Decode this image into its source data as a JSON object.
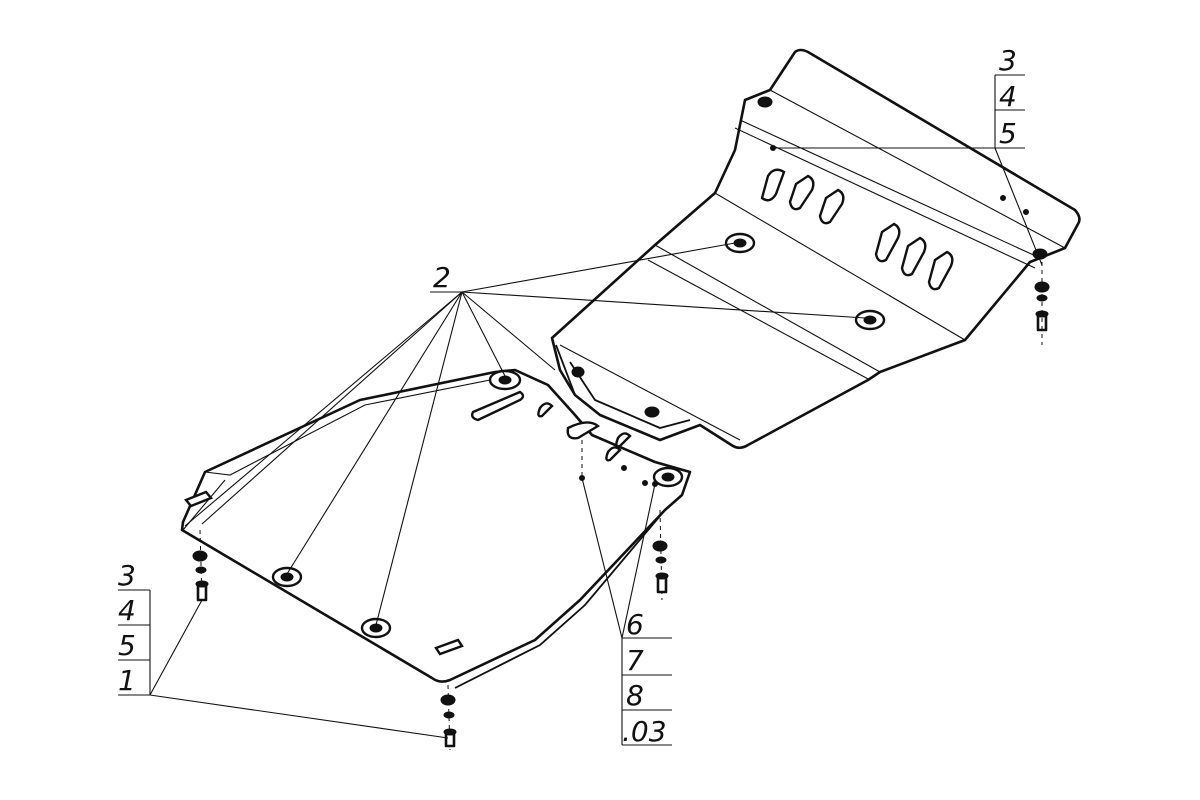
{
  "callouts": {
    "top_right": [
      "3",
      "4",
      "5"
    ],
    "center": [
      "2"
    ],
    "bottom_left": [
      "3",
      "4",
      "5",
      "1"
    ],
    "bottom_center": [
      "6",
      "7",
      "8",
      ".03"
    ]
  }
}
